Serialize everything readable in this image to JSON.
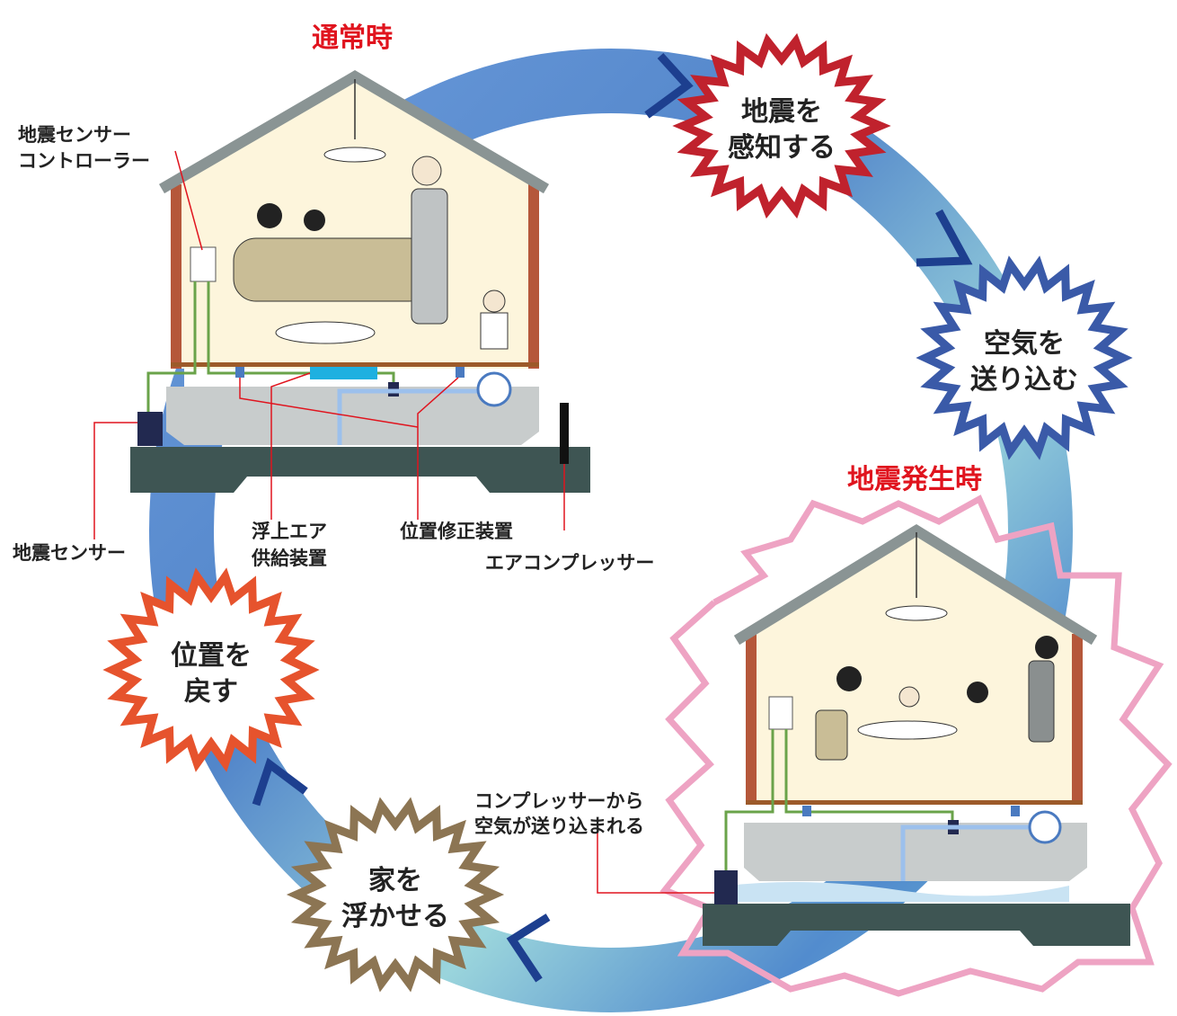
{
  "titles": {
    "normal": "通常時",
    "quake": "地震発生時"
  },
  "labels": {
    "controller_line1": "地震センサー",
    "controller_line2": "コントローラー",
    "sensor": "地震センサー",
    "air_supply_line1": "浮上エア",
    "air_supply_line2": "供給装置",
    "position_corrector": "位置修正装置",
    "compressor": "エアコンプレッサー",
    "compressor_air_line1": "コンプレッサーから",
    "compressor_air_line2": "空気が送り込まれる"
  },
  "steps": [
    {
      "line1": "地震を",
      "line2": "感知する",
      "color": "#c0222d"
    },
    {
      "line1": "空気を",
      "line2": "送り込む",
      "color": "#3a5aa8"
    },
    {
      "line1": "家を",
      "line2": "浮かせる",
      "color": "#8c7553"
    },
    {
      "line1": "位置を",
      "line2": "戻す",
      "color": "#e6532d"
    }
  ],
  "colors": {
    "title_red": "#e0141e",
    "ring": "#3f78c4",
    "arrow": "#1d3f8f",
    "slab": "#3e5553",
    "wall": "#b5573a",
    "interior": "#fdf5dc",
    "quake_pink": "#eea3c3",
    "pipe_green": "#6aa34a"
  }
}
